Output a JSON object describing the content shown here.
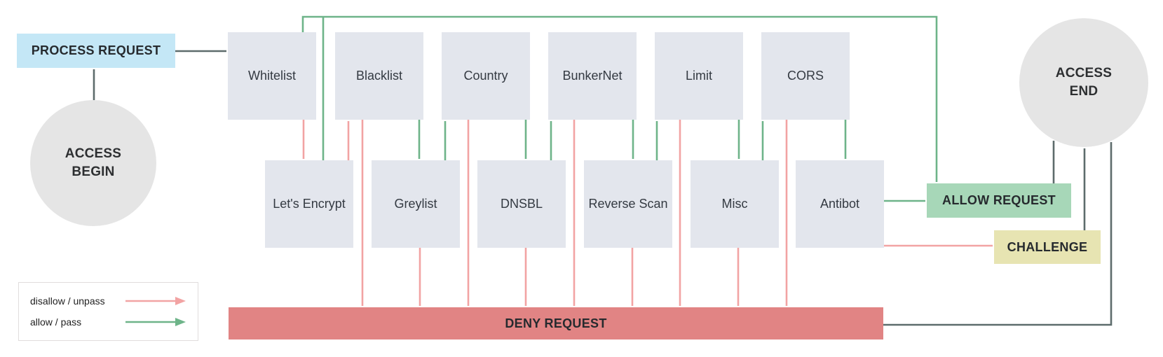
{
  "colors": {
    "c-module": "#e3e6ed",
    "c-circle": "#e5e5e5",
    "c-process": "#c4e7f6",
    "c-allow": "#a7d7b8",
    "c-challenge": "#e7e4b2",
    "c-deny": "#e18484",
    "c-pink": "#f2a3a3",
    "c-green": "#6eb489",
    "c-gray": "#5d6c6c",
    "c-text": "#2b2f33"
  },
  "nodes": {
    "access_begin": "ACCESS BEGIN",
    "process_request": "PROCESS REQUEST",
    "access_end": "ACCESS END",
    "allow_request": "ALLOW REQUEST",
    "challenge": "CHALLENGE",
    "deny_request": "DENY REQUEST"
  },
  "modules": {
    "top": [
      "Whitelist",
      "Blacklist",
      "Country",
      "BunkerNet",
      "Limit",
      "CORS"
    ],
    "bottom": [
      "Let's Encrypt",
      "Greylist",
      "DNSBL",
      "Reverse Scan",
      "Misc",
      "Antibot"
    ]
  },
  "legend": [
    {
      "label": "disallow / unpass",
      "type": "unpass"
    },
    {
      "label": "allow / pass",
      "type": "pass"
    }
  ],
  "edges": [
    {
      "from": "access_begin",
      "to": "process_request",
      "type": "flow"
    },
    {
      "from": "process_request",
      "to": "whitelist",
      "type": "flow"
    },
    {
      "from": "allow_request",
      "to": "access_end",
      "type": "flow"
    },
    {
      "from": "challenge",
      "to": "access_end",
      "type": "flow"
    },
    {
      "from": "deny_request",
      "to": "access_end",
      "type": "flow"
    },
    {
      "from": "whitelist",
      "to": "allow_request",
      "type": "pass"
    },
    {
      "from": "lets_encrypt",
      "to": "allow_request",
      "type": "pass"
    },
    {
      "from": "blacklist",
      "to": "greylist",
      "type": "pass"
    },
    {
      "from": "greylist",
      "to": "country",
      "type": "pass"
    },
    {
      "from": "country",
      "to": "dnsbl",
      "type": "pass"
    },
    {
      "from": "dnsbl",
      "to": "bunkernet",
      "type": "pass"
    },
    {
      "from": "bunkernet",
      "to": "reverse_scan",
      "type": "pass"
    },
    {
      "from": "reverse_scan",
      "to": "limit",
      "type": "pass"
    },
    {
      "from": "limit",
      "to": "misc",
      "type": "pass"
    },
    {
      "from": "misc",
      "to": "cors",
      "type": "pass"
    },
    {
      "from": "cors",
      "to": "antibot",
      "type": "pass"
    },
    {
      "from": "antibot",
      "to": "allow_request",
      "type": "pass"
    },
    {
      "from": "whitelist",
      "to": "lets_encrypt",
      "type": "unpass"
    },
    {
      "from": "lets_encrypt",
      "to": "blacklist",
      "type": "unpass"
    },
    {
      "from": "blacklist",
      "to": "deny_request",
      "type": "unpass"
    },
    {
      "from": "greylist",
      "to": "deny_request",
      "type": "unpass"
    },
    {
      "from": "country",
      "to": "deny_request",
      "type": "unpass"
    },
    {
      "from": "dnsbl",
      "to": "deny_request",
      "type": "unpass"
    },
    {
      "from": "bunkernet",
      "to": "deny_request",
      "type": "unpass"
    },
    {
      "from": "reverse_scan",
      "to": "deny_request",
      "type": "unpass"
    },
    {
      "from": "limit",
      "to": "deny_request",
      "type": "unpass"
    },
    {
      "from": "misc",
      "to": "deny_request",
      "type": "unpass"
    },
    {
      "from": "cors",
      "to": "deny_request",
      "type": "unpass"
    },
    {
      "from": "antibot",
      "to": "challenge",
      "type": "unpass"
    }
  ]
}
